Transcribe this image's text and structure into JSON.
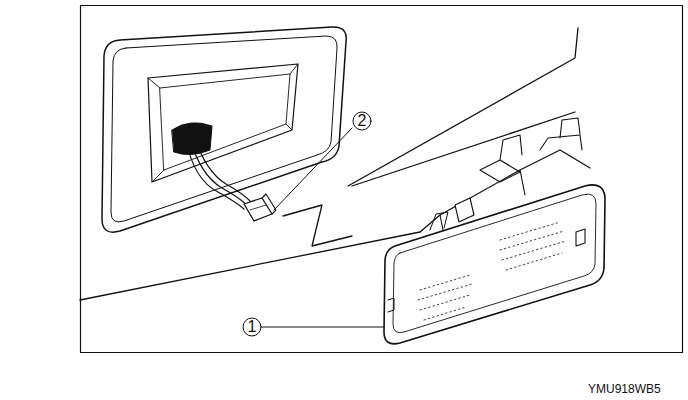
{
  "diagram": {
    "labels": [
      "2",
      "1",
      "YMU918WB5"
    ]
  }
}
